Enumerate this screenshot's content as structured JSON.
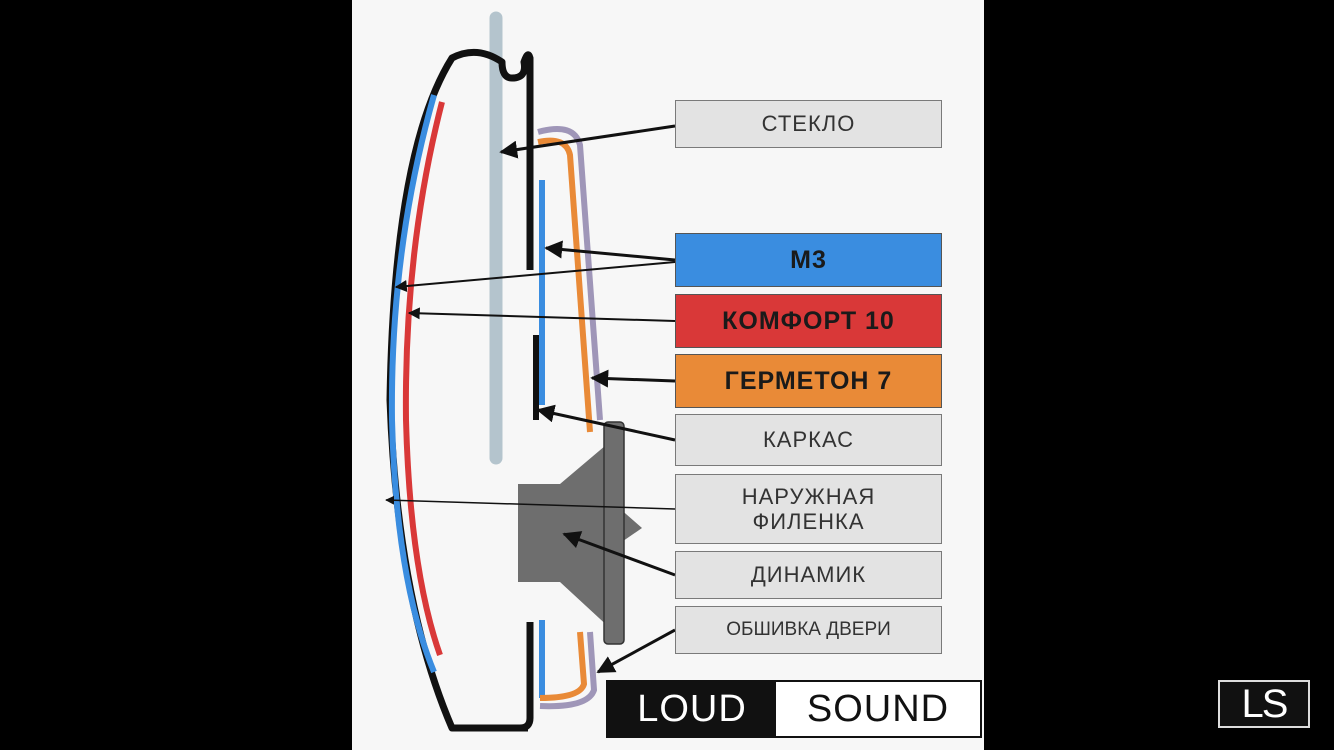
{
  "labels": {
    "glass": "СТЕКЛО",
    "m3": "М3",
    "komfort": "КОМФОРТ 10",
    "germeton": "ГЕРМЕТОН 7",
    "frame": "КАРКАС",
    "outer_panel": "НАРУЖНАЯ ФИЛЕНКА",
    "speaker": "ДИНАМИК",
    "door_trim": "ОБШИВКА ДВЕРИ"
  },
  "brand": {
    "left": "LOUD",
    "right": "SOUND"
  },
  "corner_logo": "LS",
  "colors": {
    "m3": "#3a8de0",
    "komfort": "#d93838",
    "germeton": "#e98a37",
    "glass": "#b4c4cd",
    "door": "#111111",
    "speaker": "#6e6e6e",
    "trim": "#9f96b8"
  }
}
